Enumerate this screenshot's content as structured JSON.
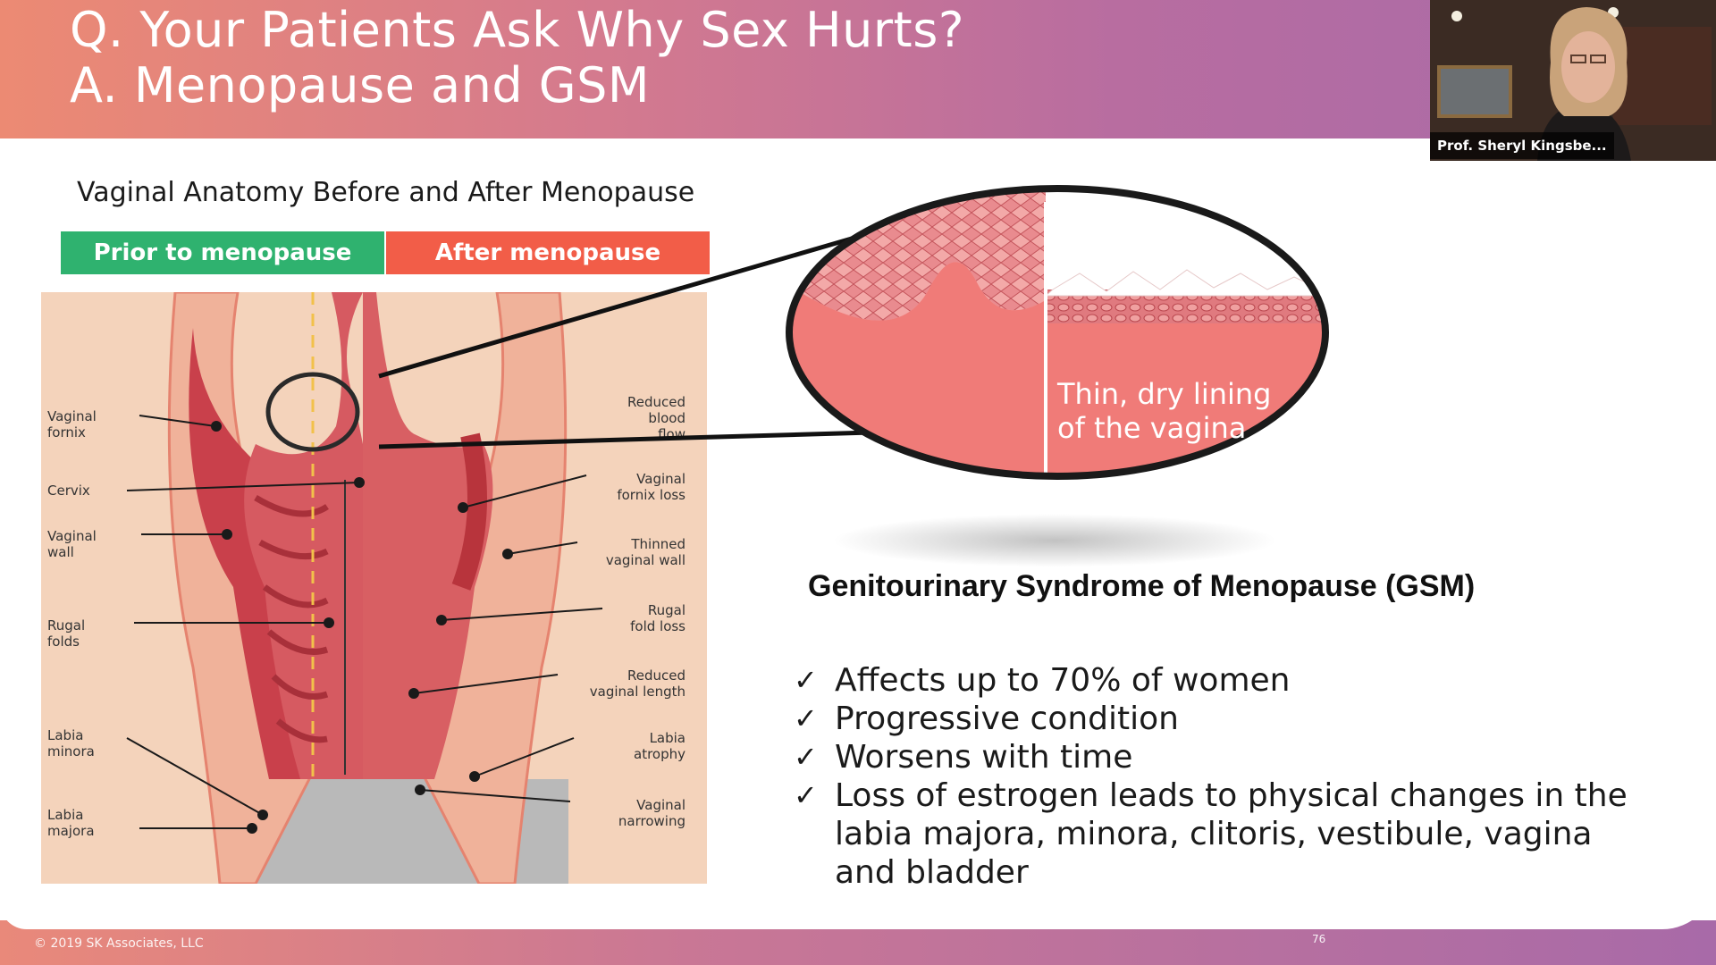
{
  "header": {
    "title_line1": "Q. Your Patients Ask Why Sex Hurts?",
    "title_line2": "A. Menopause and GSM"
  },
  "video": {
    "participant_name": "Prof. Sheryl Kingsbe..."
  },
  "slide": {
    "subtitle": "Vaginal Anatomy Before and After Menopause",
    "tab_before": "Prior to menopause",
    "tab_after": "After menopause",
    "left_labels": [
      "Vaginal\nfornix",
      "Cervix",
      "Vaginal\nwall",
      "Rugal\nfolds",
      "Labia\nminora",
      "Labia\nmajora"
    ],
    "right_labels": [
      "Reduced\nblood\nflow",
      "Vaginal\nfornix loss",
      "Thinned\nvaginal wall",
      "Rugal\nfold loss",
      "Reduced\nvaginal length",
      "Labia\natrophy",
      "Vaginal\nnarrowing"
    ],
    "zoom_caption": "Thin, dry lining of the vagina",
    "gsm_title": "Genitourinary Syndrome of Menopause (GSM)",
    "bullets": [
      "Affects up to 70% of women",
      "Progressive condition",
      "Worsens with time",
      "Loss of estrogen leads to physical changes in the labia majora, minora, clitoris, vestibule, vagina and bladder"
    ],
    "check_glyph": "✓"
  },
  "footer": {
    "copyright": "© 2019 SK Associates, LLC",
    "page_number": "76"
  },
  "colors": {
    "green_tab": "#2fb26f",
    "red_tab": "#f25d48",
    "tissue_pink": "#e8737a",
    "tissue_dark": "#b8343c"
  }
}
